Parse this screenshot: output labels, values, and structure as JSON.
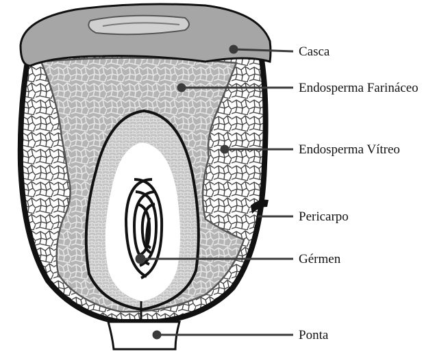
{
  "labels": {
    "casca": "Casca",
    "endosperma_farinaceo": "Endosperma Farináceo",
    "endosperma_vitreo": "Endosperma Vítreo",
    "pericarpo": "Pericarpo",
    "germen": "Gérmen",
    "ponta": "Ponta"
  },
  "colors": {
    "outline": "#111111",
    "casca_fill": "#a9a9a9",
    "farinaceo_fill": "#b9b9b9",
    "vitreo_fill": "#ffffff",
    "germen_fill": "#ffffff",
    "leader": "#3a3a3a"
  }
}
